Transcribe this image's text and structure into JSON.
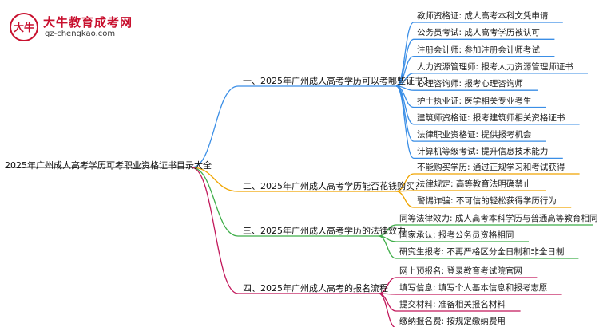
{
  "logo": {
    "title": "大牛教育成考网",
    "url": "gz-chengkao.com",
    "mark": "大牛"
  },
  "root": "2025年广州成人高考学历可考职业资格证书目录大全",
  "branches": [
    {
      "label": "一、2025年广州成人高考学历可以考哪些证书？",
      "color": "#3a8ee6",
      "children": [
        "教师资格证: 成人高考本科文凭申请",
        "公务员考试: 成人高考学历被认可",
        "注册会计师: 参加注册会计师考试",
        "人力资源管理师: 报考人力资源管理师证书",
        "心理咨询师: 报考心理咨询师",
        "护士执业证: 医学相关专业考生",
        "建筑师资格证: 报考建筑师相关资格证书",
        "法律职业资格证: 提供报考机会",
        "计算机等级考试: 提升信息技术能力"
      ]
    },
    {
      "label": "二、2025年广州成人高考学历能否花钱购买？",
      "color": "#f0a500",
      "children": [
        "不能购买学历: 通过正规学习和考试获得",
        "法律规定: 高等教育法明确禁止",
        "警惕诈骗: 不可信的轻松获得学历行为"
      ]
    },
    {
      "label": "三、2025年广州成人高考学历的法律效力",
      "color": "#3fae49",
      "children": [
        "同等法律效力: 成人高考本科学历与普通高等教育相同",
        "国家承认: 报考公务员资格相同",
        "研究生报考: 不再严格区分全日制和非全日制"
      ]
    },
    {
      "label": "四、2025年广州成人高考的报名流程",
      "color": "#c2185b",
      "children": [
        "网上预报名: 登录教育考试院官网",
        "填写信息: 填写个人基本信息和报考志愿",
        "提交材料: 准备相关报名材料",
        "缴纳报名费: 按规定缴纳费用"
      ]
    }
  ]
}
